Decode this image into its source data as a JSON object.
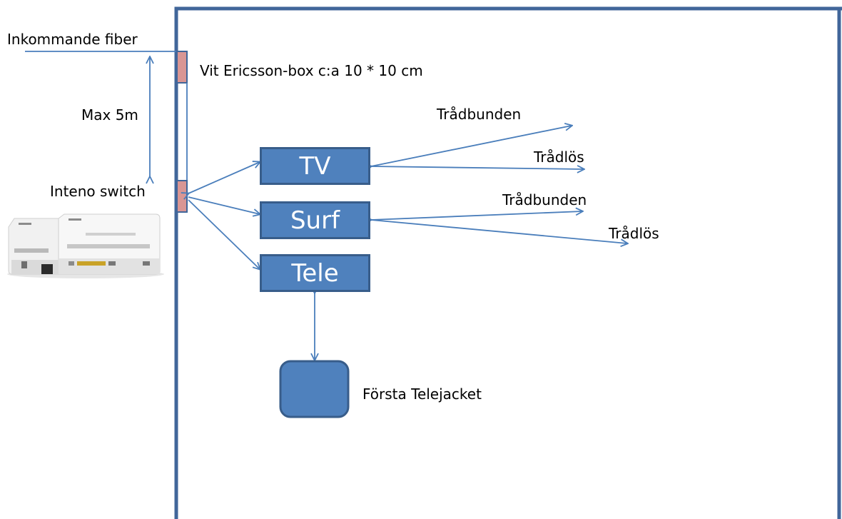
{
  "labels": {
    "incoming_fiber": "Inkommande fiber",
    "ericsson_box": "Vit Ericsson-box c:a 10 * 10 cm",
    "max_distance": "Max 5m",
    "inteno_switch": "Inteno switch",
    "forsta_telejacket": "Första Telejacket",
    "tv_wired": "Trådbunden",
    "tv_wireless": "Trådlös",
    "surf_wired": "Trådbunden",
    "surf_wireless": "Trådlös"
  },
  "boxes": {
    "tv": "TV",
    "surf": "Surf",
    "tele": "Tele"
  },
  "colors": {
    "wall": "#41669a",
    "box_fill": "#4f81bd",
    "box_border": "#385d8a",
    "device": "#d99694",
    "arrow": "#4a7ebb"
  },
  "icons": [
    "inteno-router-icon"
  ]
}
